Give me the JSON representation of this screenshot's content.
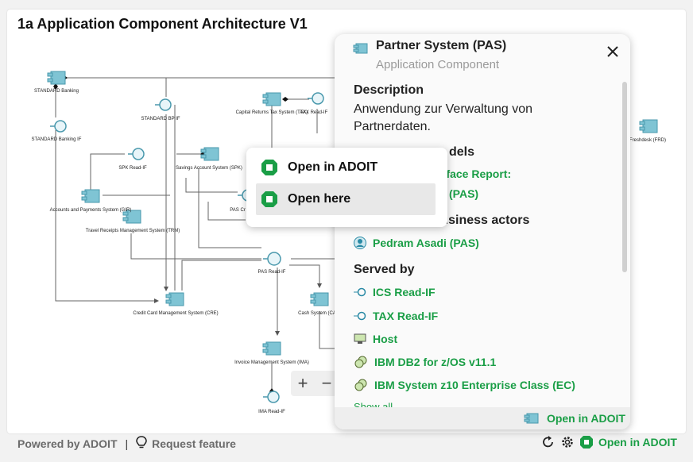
{
  "diagram": {
    "title": "1a Application Component Architecture V1",
    "nodes": [
      {
        "label": "STANDARD Banking",
        "icon": "component-icon"
      },
      {
        "label": "STANDARD Banking IF",
        "icon": "interface-icon"
      },
      {
        "label": "STANDARD BP IF",
        "icon": "interface-icon"
      },
      {
        "label": "Capital Returns Tax System (TAX)",
        "icon": "component-icon"
      },
      {
        "label": "TAX Read-IF",
        "icon": "interface-icon"
      },
      {
        "label": "SPK Read-IF",
        "icon": "interface-icon"
      },
      {
        "label": "Savings Account System (SPK)",
        "icon": "component-icon"
      },
      {
        "label": "Accounts and Payments System (GIR)",
        "icon": "component-icon"
      },
      {
        "label": "Travel Receipts Management System (TRM)",
        "icon": "component-icon"
      },
      {
        "label": "PAS Read-IF",
        "icon": "interface-icon"
      },
      {
        "label": "Credit Card Management System (CRE)",
        "icon": "component-icon"
      },
      {
        "label": "Cash System (CA",
        "icon": "component-icon"
      },
      {
        "label": "Invoice Management System (IMA)",
        "icon": "component-icon"
      },
      {
        "label": "IMA Read-IF",
        "icon": "interface-icon"
      },
      {
        "label": "Freshdesk (FRD)",
        "icon": "component-icon"
      },
      {
        "label": "PAS Cr",
        "icon": "interface-icon"
      }
    ],
    "zoom": {
      "in": "+",
      "out": "−"
    }
  },
  "popup_menu": {
    "items": [
      {
        "label": "Open in ADOIT",
        "icon": "adoit-logo-icon"
      },
      {
        "label": "Open here",
        "icon": "adoit-logo-icon"
      }
    ]
  },
  "panel": {
    "title": "Partner System (PAS)",
    "subtitle": "Application Component",
    "description_heading": "Description",
    "description": "Anwendung zur Verwaltung von Partnerdaten.",
    "models_heading": "dels",
    "models": [
      "nterface Report:",
      "(PAS)"
    ],
    "actors_heading": "Responsible business actors",
    "actors": [
      "Pedram Asadi (PAS)"
    ],
    "served_heading": "Served by",
    "served_by": [
      {
        "label": "ICS Read-IF",
        "icon": "interface-icon"
      },
      {
        "label": "TAX Read-IF",
        "icon": "interface-icon"
      },
      {
        "label": "Host",
        "icon": "device-icon"
      },
      {
        "label": "IBM DB2 for z/OS v11.1",
        "icon": "system-software-icon"
      },
      {
        "label": "IBM System z10 Enterprise Class (EC)",
        "icon": "system-software-icon"
      }
    ],
    "show_all": "Show all",
    "footer_link": "Open in ADOIT"
  },
  "footer": {
    "powered": "Powered by ADOIT",
    "separator": "|",
    "request": "Request feature",
    "open_link": "Open in ADOIT"
  },
  "colors": {
    "accent": "#1a9e46",
    "node": "#7fc4d4"
  }
}
